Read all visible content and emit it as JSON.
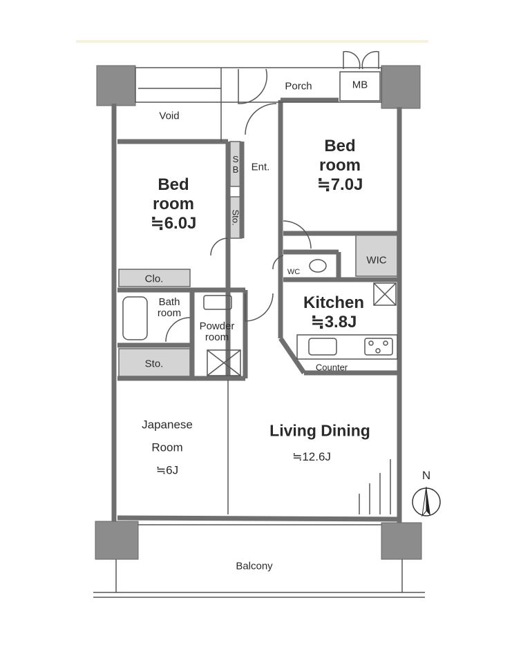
{
  "floor_plan": {
    "rooms": {
      "void": {
        "name": "Void"
      },
      "porch": {
        "name": "Porch"
      },
      "meter_box": {
        "name": "MB"
      },
      "shoe_box": {
        "name": "S B"
      },
      "entrance": {
        "name": "Ent."
      },
      "storage_small": {
        "name": "Sto."
      },
      "bedroom_left": {
        "line1": "Bed",
        "line2": "room",
        "size": "≒6.0J"
      },
      "bedroom_right": {
        "line1": "Bed",
        "line2": "room",
        "size": "≒7.0J"
      },
      "closet": {
        "name": "Clo."
      },
      "wic": {
        "name": "WIC"
      },
      "wc": {
        "name": "WC"
      },
      "bathroom": {
        "line1": "Bath",
        "line2": "room"
      },
      "powder_room": {
        "line1": "Powder",
        "line2": "room"
      },
      "storage": {
        "name": "Sto."
      },
      "kitchen": {
        "name": "Kitchen",
        "size": "≒3.8J"
      },
      "counter": {
        "name": "Counter"
      },
      "japanese_room": {
        "line1": "Japanese",
        "line2": "Room",
        "size": "≒6J"
      },
      "living_dining": {
        "name": "Living Dining",
        "size": "≒12.6J"
      },
      "balcony": {
        "name": "Balcony"
      }
    },
    "compass": {
      "label": "N"
    },
    "colors": {
      "wall": "#7a7a7a",
      "storage_fill": "#d4d4d4",
      "pillar": "#8c8c8c"
    }
  }
}
